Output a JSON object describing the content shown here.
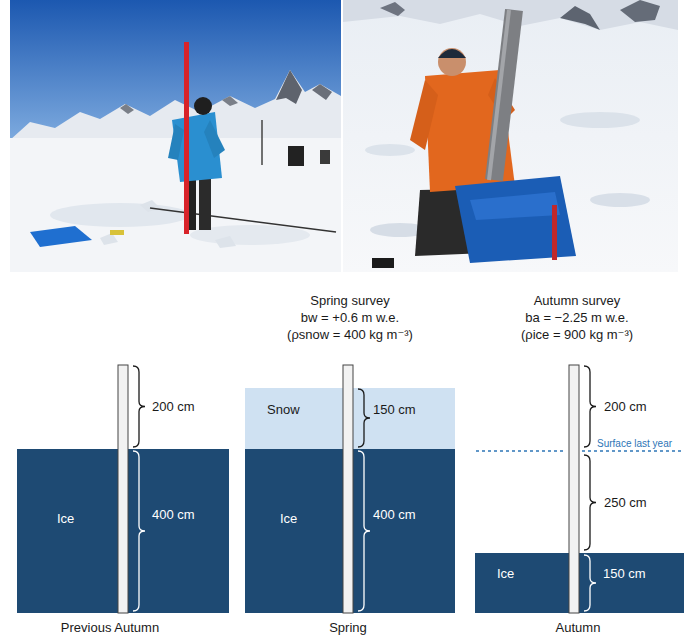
{
  "diagram": {
    "nodes": [
      {
        "text": [
          "Ice",
          "400 cm"
        ]
      },
      {
        "text": [
          "Snow",
          "150 cm"
        ]
      },
      {
        "text": [
          "Ice",
          "400 cm"
        ]
      },
      {
        "text": [
          "Ice",
          "150 cm"
        ]
      }
    ],
    "labels": [
      "200 cm",
      "Previous Autumn",
      "Spring survey",
      "bw = +0.6 m w.e.",
      "(ρsnow = 400 kg m⁻³)",
      "Spring",
      "Autumn survey",
      "ba = −2.25 m w.e.",
      "(ρice = 900 kg m⁻³)",
      "200 cm",
      "Surface last year",
      "250 cm",
      "Autumn"
    ]
  }
}
